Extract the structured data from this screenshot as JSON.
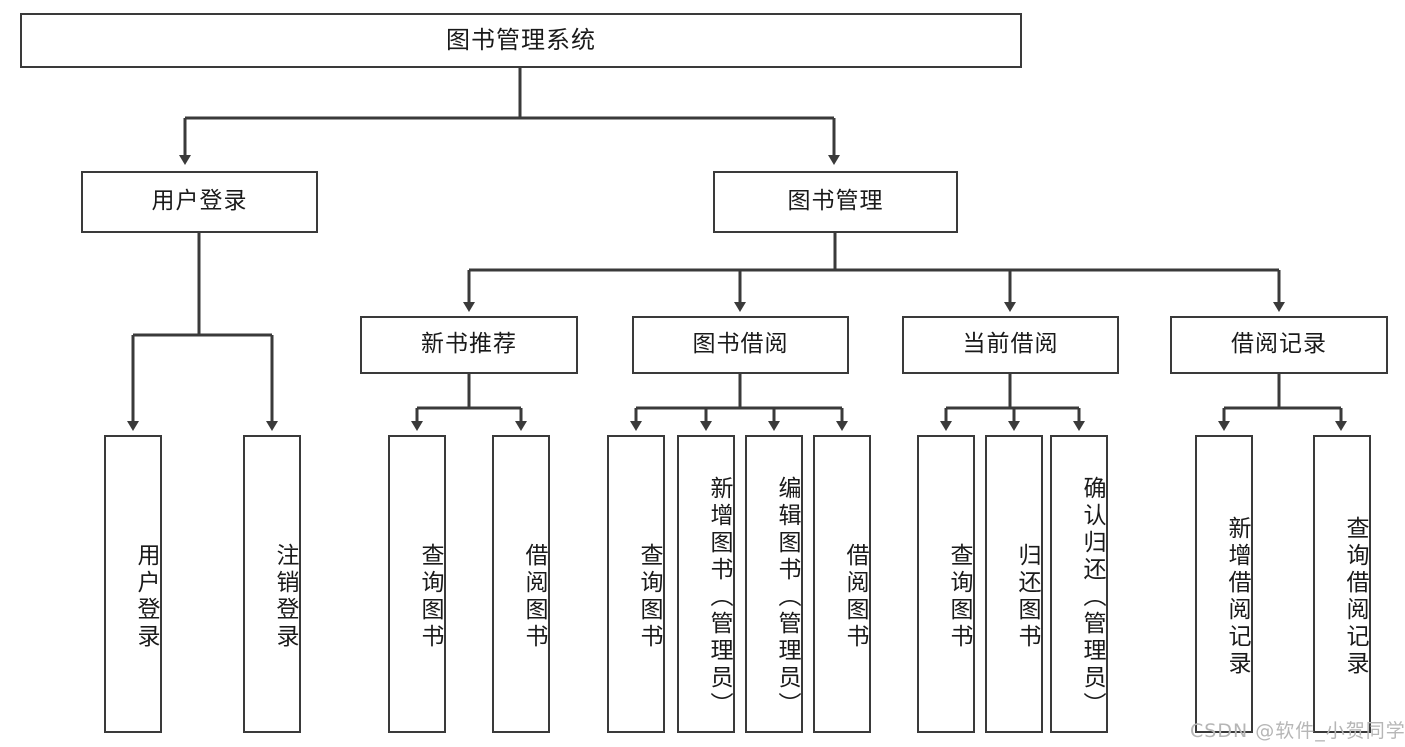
{
  "diagram": {
    "type": "tree-structure-chart",
    "title": "图书管理系统",
    "orientation": "top-down",
    "colors": {
      "box_border": "#3a3a3a",
      "box_fill": "#ffffff",
      "edge": "#3a3a3a",
      "text": "#1a1a1a",
      "watermark": "#b6b6b6",
      "background": "#ffffff"
    }
  },
  "nodes": {
    "root": {
      "label": "图书管理系统"
    },
    "level1": [
      {
        "id": "user-login",
        "label": "用户登录"
      },
      {
        "id": "book-manage",
        "label": "图书管理"
      }
    ],
    "level2": [
      {
        "id": "new-book-recommend",
        "label": "新书推荐",
        "parent": "book-manage"
      },
      {
        "id": "book-borrow",
        "label": "图书借阅",
        "parent": "book-manage"
      },
      {
        "id": "current-borrow",
        "label": "当前借阅",
        "parent": "book-manage"
      },
      {
        "id": "borrow-record",
        "label": "借阅记录",
        "parent": "book-manage"
      }
    ],
    "leaves": {
      "user-login": [
        {
          "id": "leaf-user-login",
          "label": "用户登录"
        },
        {
          "id": "leaf-logout-login",
          "label": "注销登录"
        }
      ],
      "new-book-recommend": [
        {
          "id": "leaf-query-book-1",
          "label": "查询图书"
        },
        {
          "id": "leaf-borrow-book-1",
          "label": "借阅图书"
        }
      ],
      "book-borrow": [
        {
          "id": "leaf-query-book-2",
          "label": "查询图书"
        },
        {
          "id": "leaf-add-book",
          "label": "新增图书（管理员）"
        },
        {
          "id": "leaf-edit-book",
          "label": "编辑图书（管理员）"
        },
        {
          "id": "leaf-borrow-book-2",
          "label": "借阅图书"
        }
      ],
      "current-borrow": [
        {
          "id": "leaf-query-book-3",
          "label": "查询图书"
        },
        {
          "id": "leaf-return-book",
          "label": "归还图书"
        },
        {
          "id": "leaf-confirm-return",
          "label": "确认归还（管理员）"
        }
      ],
      "borrow-record": [
        {
          "id": "leaf-add-record",
          "label": "新增借阅记录"
        },
        {
          "id": "leaf-query-record",
          "label": "查询借阅记录"
        }
      ]
    }
  },
  "watermark": {
    "text": "CSDN @软件_小贺同学"
  }
}
